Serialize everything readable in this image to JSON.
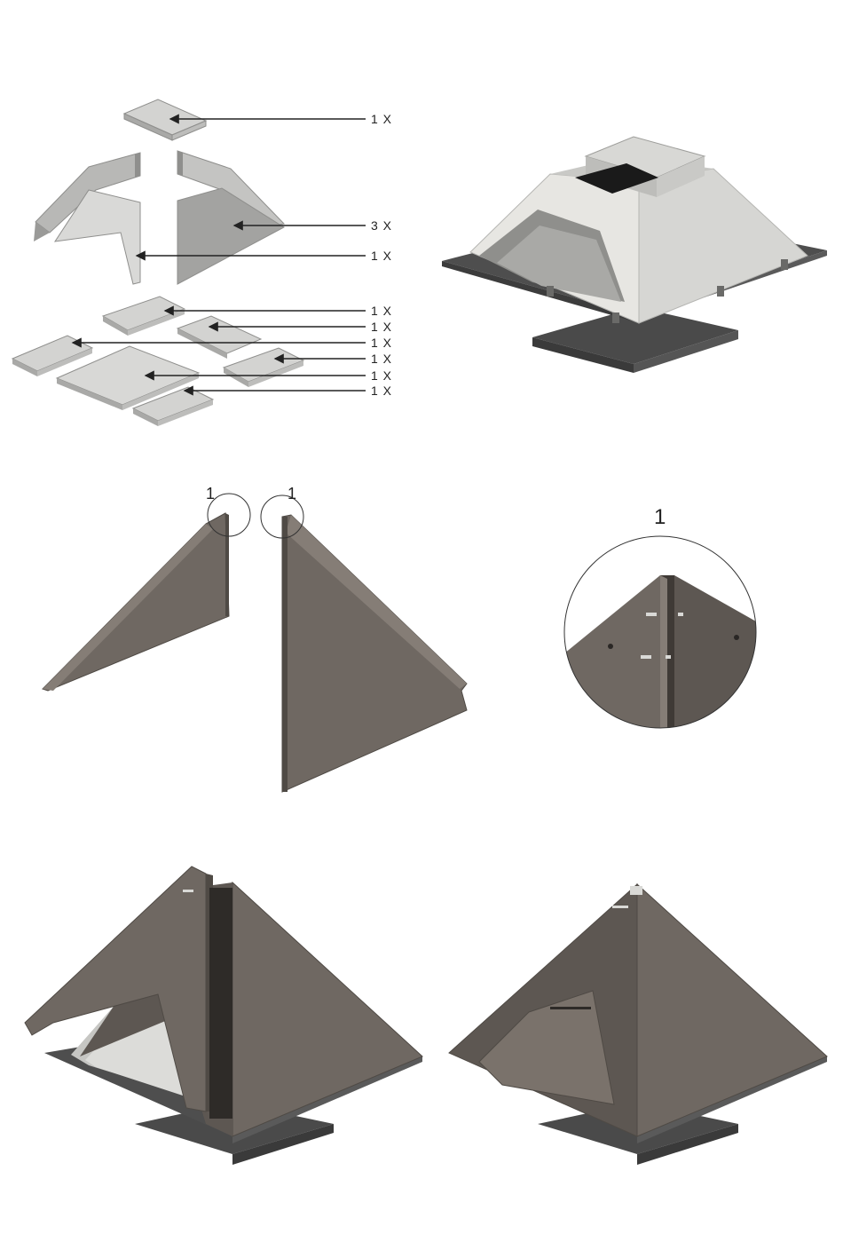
{
  "colors": {
    "brick": "#d3d3d1",
    "brick_side": "#a9a9a7",
    "brick_edge": "#8f8f8d",
    "steel": "#6f6862",
    "steel_dark": "#4f4a45",
    "steel_light": "#857d76",
    "base": "#4a4a4a",
    "cream": "#e7e6e2",
    "line": "#222222"
  },
  "parts_list": [
    {
      "qty": "1 X"
    },
    {
      "qty": "3 X"
    },
    {
      "qty": "1 X"
    },
    {
      "qty": "1 X"
    },
    {
      "qty": "1 X"
    },
    {
      "qty": "1 X"
    },
    {
      "qty": "1 X"
    },
    {
      "qty": "1 X"
    },
    {
      "qty": "1 X"
    }
  ],
  "detail": {
    "marker_left": "1",
    "marker_right": "1",
    "magnified_label": "1"
  },
  "icons": [
    "brick-part-icon",
    "steel-panel-icon",
    "pyramid-assembly-icon",
    "magnifier-detail-icon"
  ]
}
